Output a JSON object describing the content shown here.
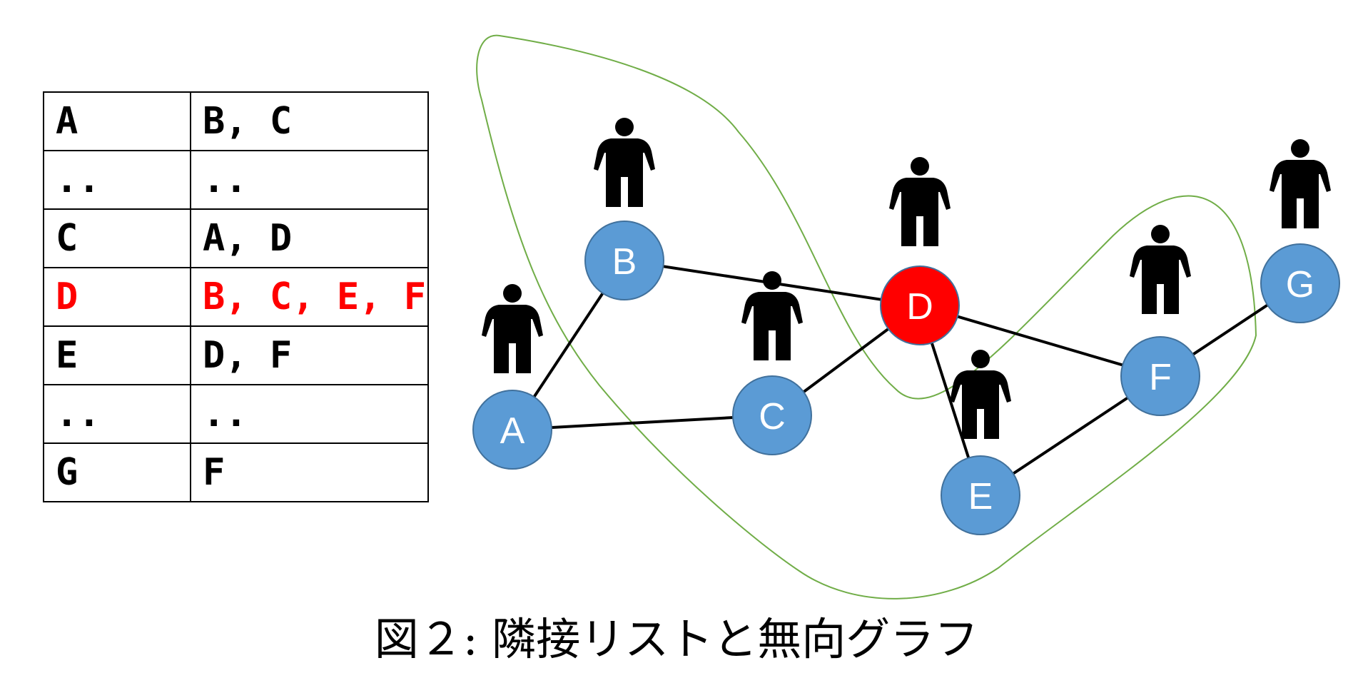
{
  "adjacency_list": {
    "rows": [
      {
        "node": "A",
        "neighbors": "B, C",
        "highlight": false
      },
      {
        "node": "..",
        "neighbors": "..",
        "highlight": false
      },
      {
        "node": "C",
        "neighbors": "A, D",
        "highlight": false
      },
      {
        "node": "D",
        "neighbors": "B, C, E, F",
        "highlight": true
      },
      {
        "node": "E",
        "neighbors": "D, F",
        "highlight": false
      },
      {
        "node": "..",
        "neighbors": "..",
        "highlight": false
      },
      {
        "node": "G",
        "neighbors": "F",
        "highlight": false
      }
    ]
  },
  "graph": {
    "nodes": [
      {
        "id": "A",
        "label": "A",
        "highlight": false
      },
      {
        "id": "B",
        "label": "B",
        "highlight": false
      },
      {
        "id": "C",
        "label": "C",
        "highlight": false
      },
      {
        "id": "D",
        "label": "D",
        "highlight": true
      },
      {
        "id": "E",
        "label": "E",
        "highlight": false
      },
      {
        "id": "F",
        "label": "F",
        "highlight": false
      },
      {
        "id": "G",
        "label": "G",
        "highlight": false
      }
    ],
    "edges": [
      [
        "A",
        "B"
      ],
      [
        "A",
        "C"
      ],
      [
        "B",
        "D"
      ],
      [
        "C",
        "D"
      ],
      [
        "D",
        "E"
      ],
      [
        "D",
        "F"
      ],
      [
        "E",
        "F"
      ],
      [
        "F",
        "G"
      ]
    ],
    "node_color": "#5b9bd5",
    "highlight_color": "#ff0000",
    "outline_color": "#70ad47",
    "person_icon": "person-icon"
  },
  "caption": "図２: 隣接リストと無向グラフ"
}
